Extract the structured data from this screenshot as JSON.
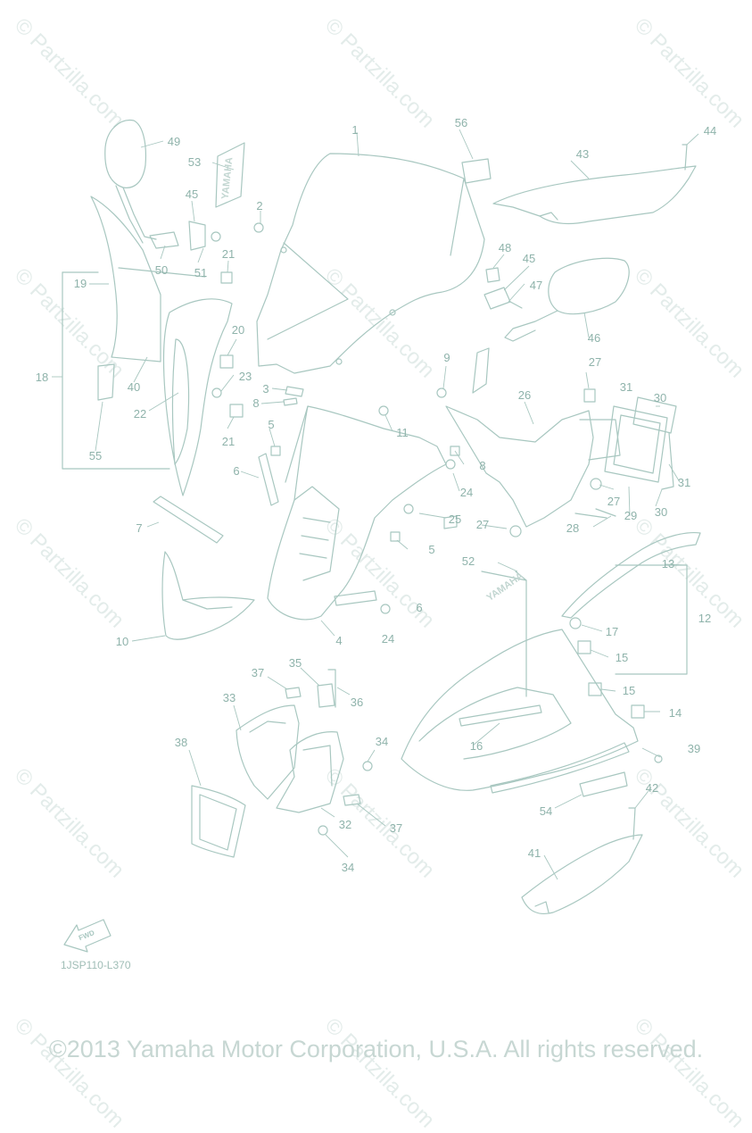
{
  "watermark": {
    "text": "© Partzilla.com"
  },
  "drawing_code": "1JSP110-L370",
  "copyright": "©2013 Yamaha Motor Corporation, U.S.A. All rights reserved.",
  "fwd_label": "FWD",
  "brand_decal": "YAMAHA",
  "colors": {
    "line": "#a8c7c0",
    "label": "#8fb3ab",
    "watermark": "#e3ecea"
  },
  "callouts": [
    "1",
    "2",
    "3",
    "4",
    "5",
    "5",
    "6",
    "6",
    "7",
    "8",
    "8",
    "9",
    "10",
    "11",
    "12",
    "13",
    "14",
    "15",
    "15",
    "16",
    "17",
    "18",
    "19",
    "20",
    "21",
    "21",
    "22",
    "23",
    "24",
    "24",
    "25",
    "26",
    "27",
    "27",
    "27",
    "28",
    "29",
    "30",
    "30",
    "31",
    "31",
    "32",
    "33",
    "34",
    "34",
    "35",
    "36",
    "37",
    "37",
    "38",
    "39",
    "40",
    "41",
    "42",
    "43",
    "44",
    "45",
    "45",
    "46",
    "47",
    "48",
    "49",
    "50",
    "51",
    "52",
    "53",
    "54",
    "55",
    "56"
  ]
}
